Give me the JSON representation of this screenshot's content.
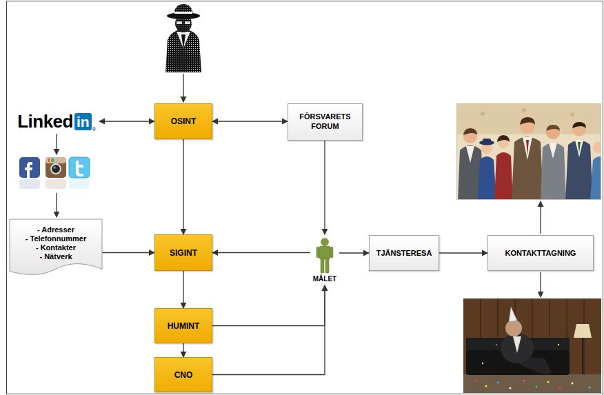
{
  "diagram": {
    "nodes": [
      {
        "text": [
          "Linked",
          "in",
          "®"
        ]
      },
      {
        "text": [
          "OSINT"
        ]
      },
      {
        "text": [
          "FÖRSVARETS FORUM"
        ]
      },
      {
        "text": [
          "- Adresser",
          "- Telefonnummer",
          "- Kontakter",
          "- Nätverk"
        ]
      },
      {
        "text": [
          "SIGINT"
        ]
      },
      {
        "text": [
          "MÅLET"
        ]
      },
      {
        "text": [
          "TJÄNSTERESA"
        ]
      },
      {
        "text": [
          "KONTAKTTAGNING"
        ]
      },
      {
        "text": [
          "HUMINT"
        ]
      },
      {
        "text": [
          "CNO"
        ]
      }
    ],
    "edges": [
      {
        "from": 0,
        "to": 1,
        "arrow": "both"
      },
      {
        "from": 1,
        "to": 2,
        "arrow": "both"
      },
      {
        "from": 1,
        "to": 4,
        "arrow": "to"
      },
      {
        "from": 3,
        "to": 4,
        "arrow": "to"
      },
      {
        "from": 5,
        "to": 4,
        "arrow": "to"
      },
      {
        "from": 2,
        "to": 5,
        "arrow": "to"
      },
      {
        "from": 5,
        "to": 6,
        "arrow": "to"
      },
      {
        "from": 6,
        "to": 7,
        "arrow": "to"
      },
      {
        "from": 4,
        "to": 8,
        "arrow": "to"
      },
      {
        "from": 8,
        "to": 9,
        "arrow": "to"
      },
      {
        "from": 8,
        "to": 5,
        "arrow": "to"
      },
      {
        "from": 9,
        "to": 5,
        "arrow": "to"
      }
    ]
  }
}
